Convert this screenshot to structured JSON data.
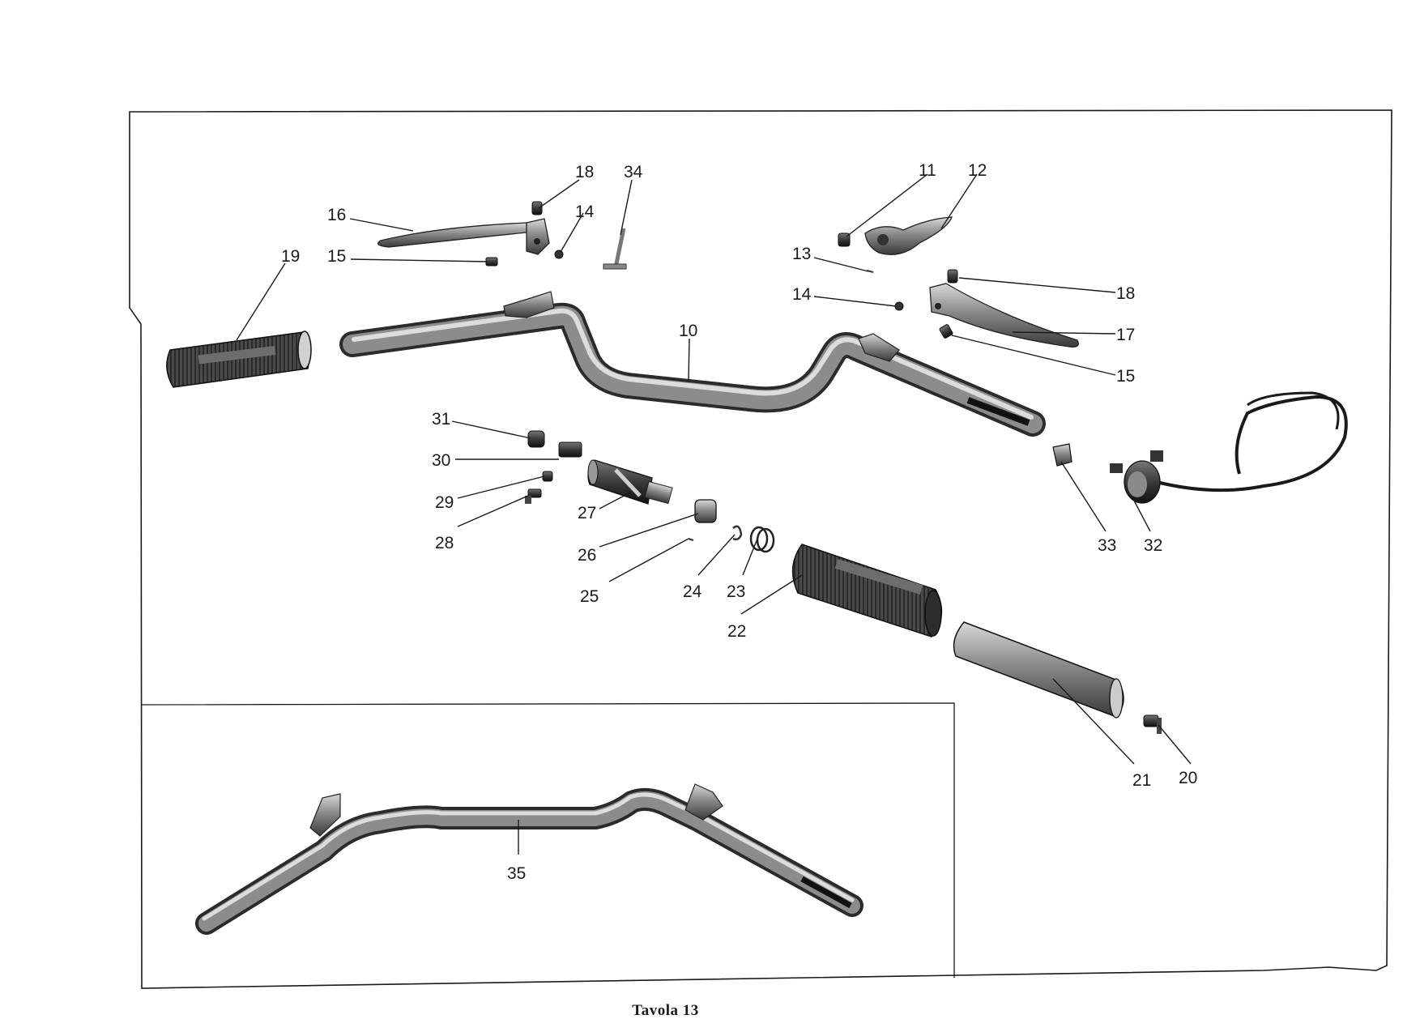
{
  "caption": "Tavola 13",
  "parts": [
    {
      "id": "10",
      "name": "handlebar"
    },
    {
      "id": "11",
      "name": "lever-pivot-screw"
    },
    {
      "id": "12",
      "name": "right-lever-bracket"
    },
    {
      "id": "13",
      "name": "split-pin"
    },
    {
      "id": "14",
      "name": "nut"
    },
    {
      "id": "15",
      "name": "pivot-bolt"
    },
    {
      "id": "16",
      "name": "left-lever"
    },
    {
      "id": "17",
      "name": "right-lever"
    },
    {
      "id": "18",
      "name": "cable-adjuster"
    },
    {
      "id": "19",
      "name": "left-grip"
    },
    {
      "id": "20",
      "name": "end-plug"
    },
    {
      "id": "21",
      "name": "throttle-sleeve"
    },
    {
      "id": "22",
      "name": "right-grip"
    },
    {
      "id": "23",
      "name": "spring"
    },
    {
      "id": "24",
      "name": "circlip"
    },
    {
      "id": "25",
      "name": "pin"
    },
    {
      "id": "26",
      "name": "bushing"
    },
    {
      "id": "27",
      "name": "throttle-drum"
    },
    {
      "id": "28",
      "name": "screw"
    },
    {
      "id": "29",
      "name": "nipple"
    },
    {
      "id": "30",
      "name": "cable-guide"
    },
    {
      "id": "31",
      "name": "cap-nut"
    },
    {
      "id": "32",
      "name": "switch"
    },
    {
      "id": "33",
      "name": "clamp"
    },
    {
      "id": "34",
      "name": "cable-pin"
    },
    {
      "id": "35",
      "name": "alternative-handlebar"
    }
  ],
  "labels": {
    "l10": "10",
    "l11": "11",
    "l12": "12",
    "l13": "13",
    "l14a": "14",
    "l14b": "14",
    "l15a": "15",
    "l15b": "15",
    "l16": "16",
    "l17": "17",
    "l18a": "18",
    "l18b": "18",
    "l19": "19",
    "l20": "20",
    "l21": "21",
    "l22": "22",
    "l23": "23",
    "l24": "24",
    "l25": "25",
    "l26": "26",
    "l27": "27",
    "l28": "28",
    "l29": "29",
    "l30": "30",
    "l31": "31",
    "l32": "32",
    "l33": "33",
    "l34": "34",
    "l35": "35"
  }
}
